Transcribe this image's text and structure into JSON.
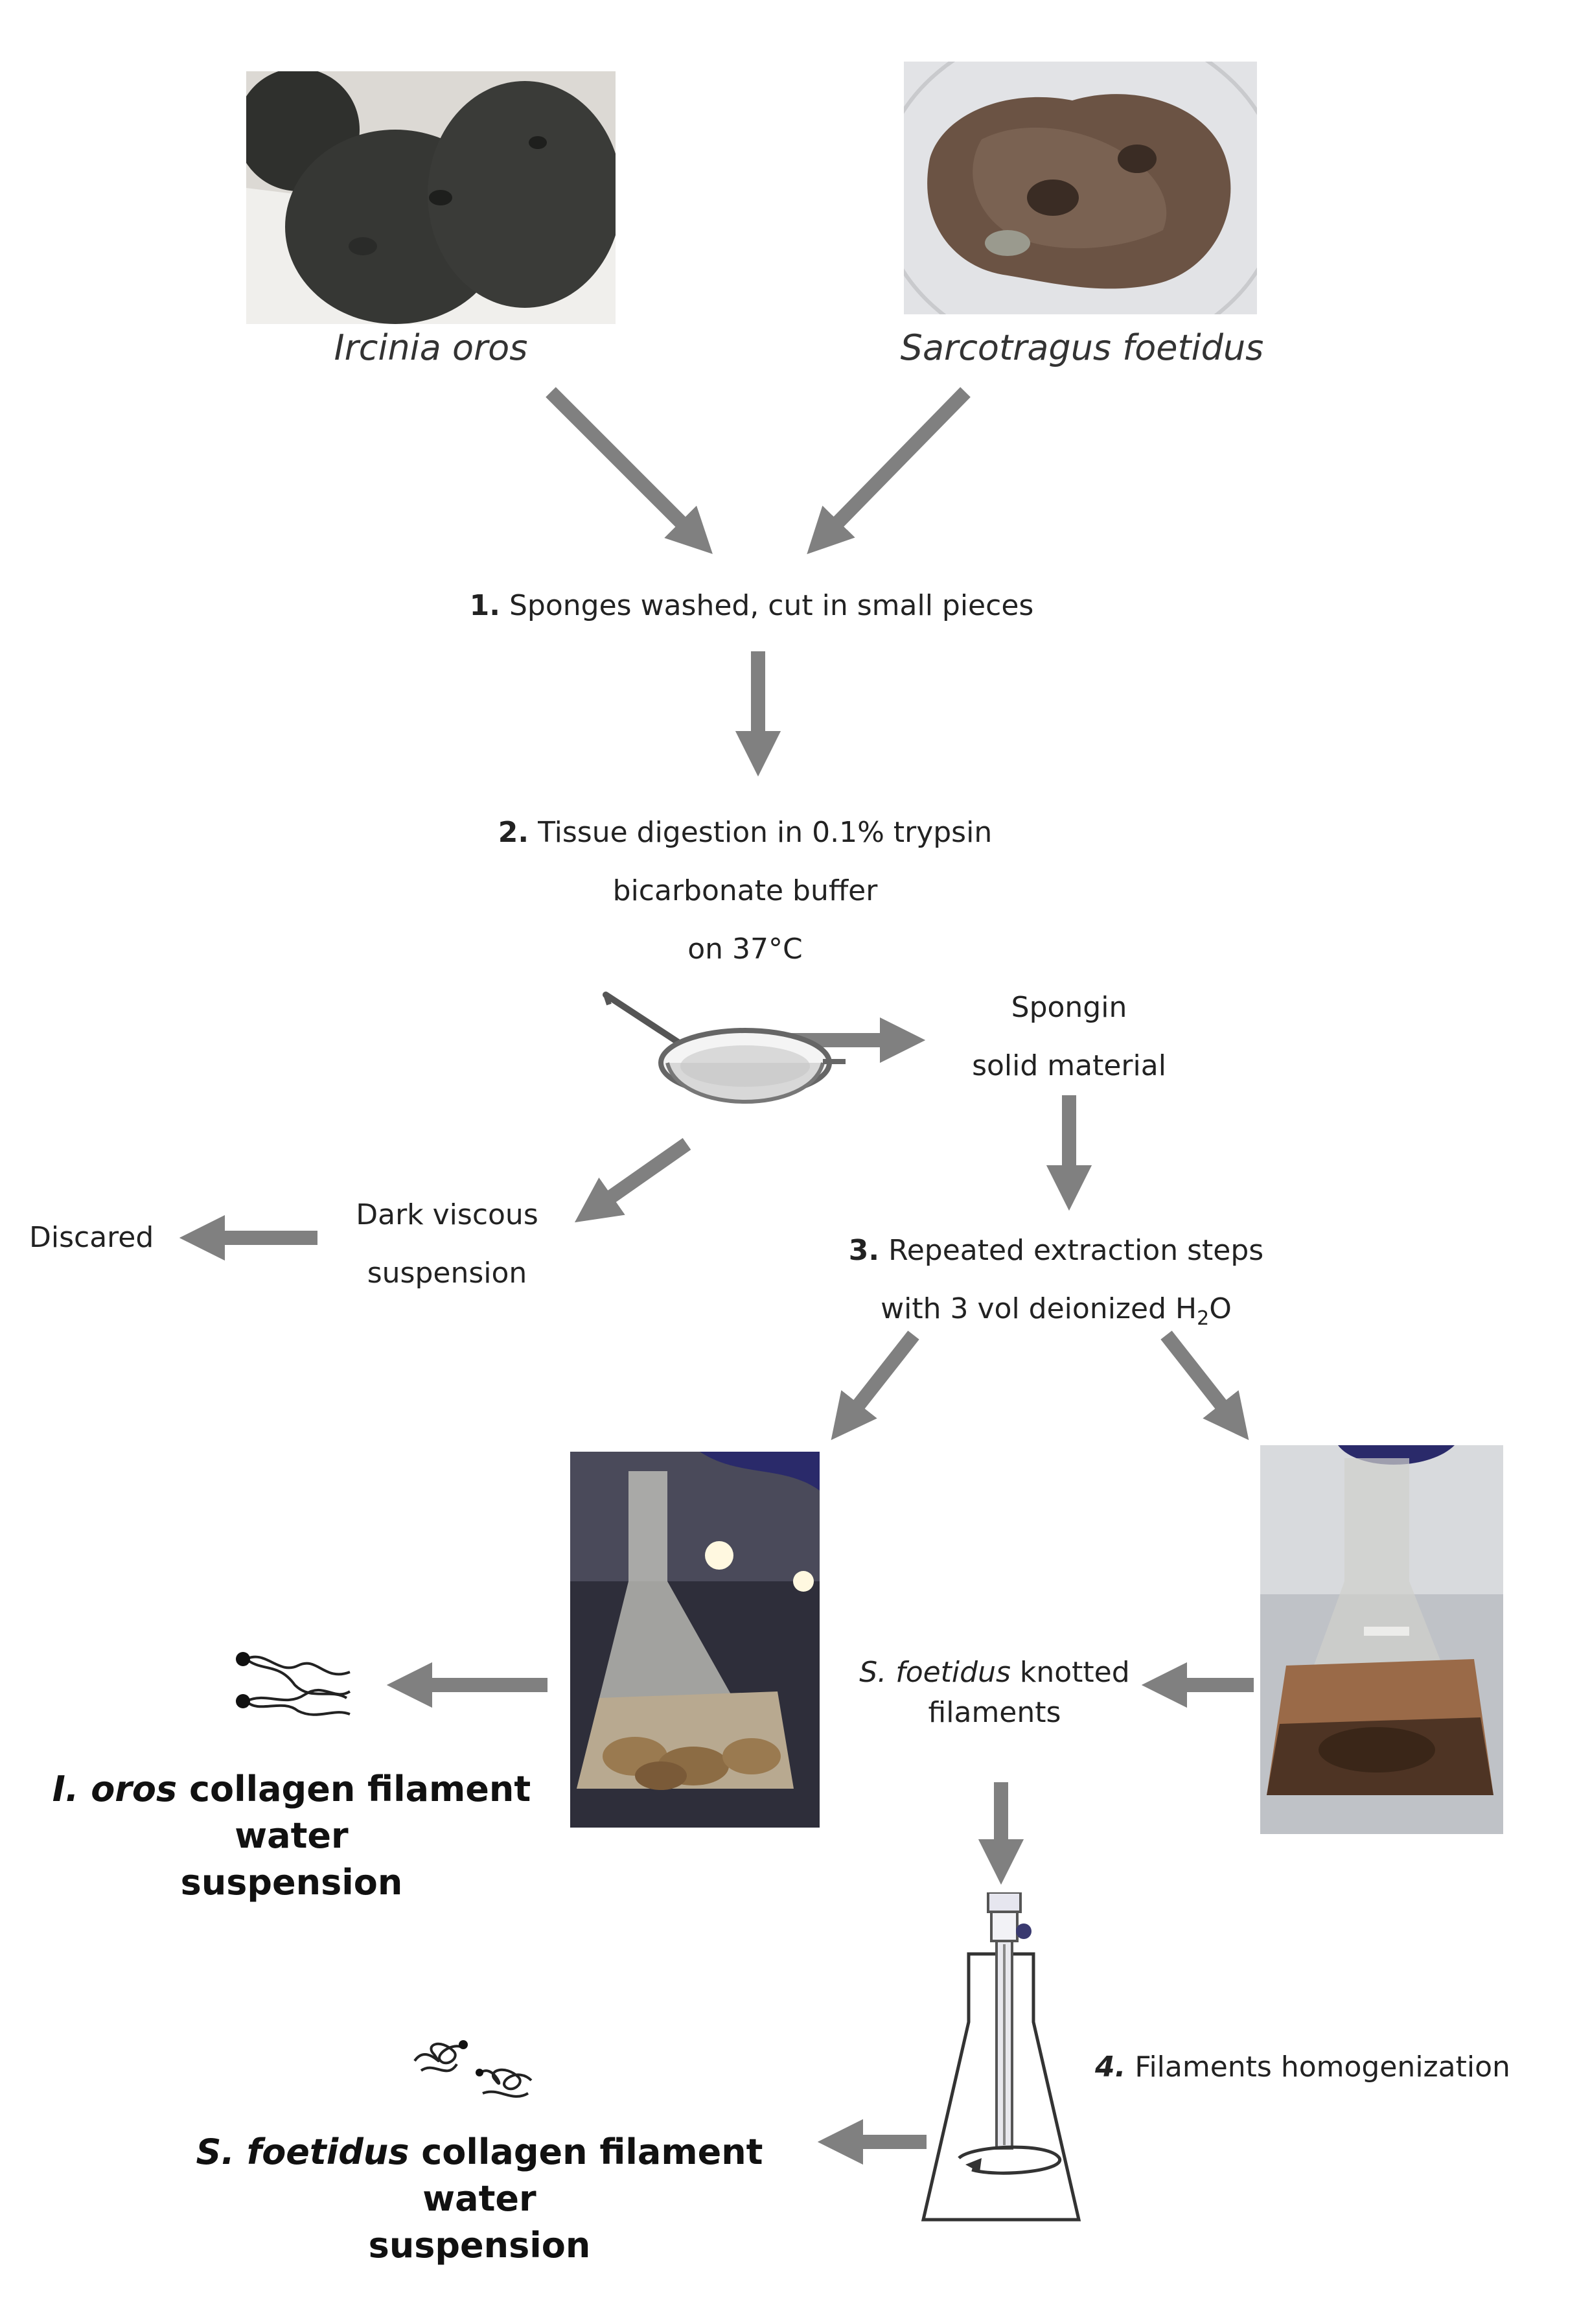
{
  "species": {
    "left": "Ircinia oros",
    "right": "Sarcotragus foetidus"
  },
  "steps": {
    "step1": {
      "num": "1.",
      "text": "Sponges washed, cut in small pieces"
    },
    "step2": {
      "num": "2.",
      "line1": "Tissue digestion in 0.1% trypsin",
      "line2": "bicarbonate buffer",
      "line3": "on 37°C"
    },
    "spongin": {
      "line1": "Spongin",
      "line2": "solid material"
    },
    "dark": {
      "line1": "Dark viscous",
      "line2": "suspension"
    },
    "discared": "Discared",
    "step3": {
      "num": "3.",
      "line1": "Repeated extraction  steps",
      "line2_pre": "with 3 vol deionized H",
      "line2_sub": "2",
      "line2_post": "O"
    },
    "knotted": {
      "species": "S. foetidus",
      "line1_rest": " knotted",
      "line2": "filaments"
    },
    "step4": {
      "num": "4.",
      "text": "Filaments homogenization"
    }
  },
  "outputs": {
    "ioros": {
      "species": "I. oros",
      "line1_rest": " collagen filament water",
      "line2": "suspension"
    },
    "sfoetidus": {
      "species": "S. foetidus",
      "line1_rest": " collagen filament water",
      "line2": "suspension"
    }
  },
  "colors": {
    "arrow": "#808080",
    "text": "#222222"
  }
}
